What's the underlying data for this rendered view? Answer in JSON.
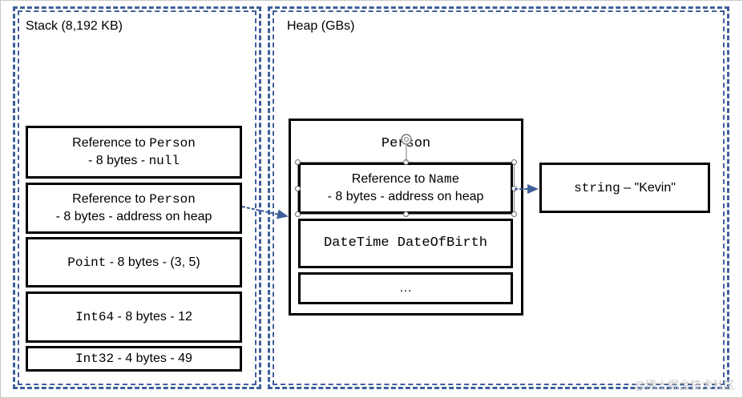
{
  "stack": {
    "label": "Stack (8,192 KB)",
    "items": [
      {
        "line1": "Reference to ",
        "line1_mono": "Person",
        "line2": "- 8 bytes - ",
        "line2_mono": "null"
      },
      {
        "line1": "Reference to ",
        "line1_mono": "Person",
        "line2": "- 8 bytes - address on heap",
        "line2_mono": ""
      },
      {
        "mono": "Point",
        "text": " - 8 bytes - (3, 5)"
      },
      {
        "mono": "Int64",
        "text": " - 8 bytes - 12"
      },
      {
        "mono": "Int32",
        "text": " - 4 bytes - 49"
      }
    ]
  },
  "heap": {
    "label": "Heap (GBs)",
    "person": {
      "title": "Person",
      "name_ref_line1": "Reference to ",
      "name_ref_line1_mono": "Name",
      "name_ref_line2": "- 8 bytes - address on heap",
      "dob": "DateTime DateOfBirth",
      "more": "…"
    },
    "string_box": {
      "mono": "string",
      "text": " – \"Kevin\""
    }
  },
  "watermark": "@稀土掘金技术社区",
  "colors": {
    "dash": "#3f5f9a",
    "arrow": "#3f5f9a"
  }
}
